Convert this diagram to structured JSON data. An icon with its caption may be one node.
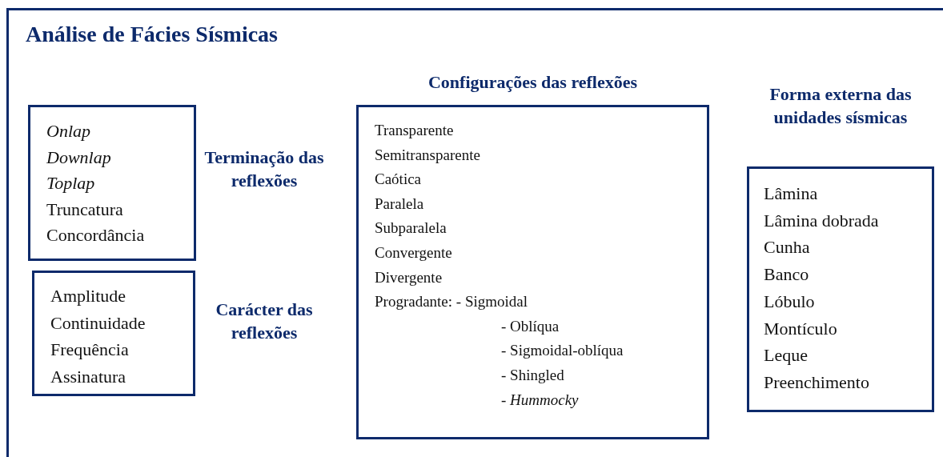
{
  "diagram": {
    "nodes": [
      {
        "text": [
          "Análise de Fácies Sísmicas"
        ]
      },
      {
        "text": [
          "*Onlap*",
          "*Downlap*",
          "*Toplap*",
          "Truncatura",
          "Concordância"
        ],
        "in": 0,
        "beside": [
          "Terminação das reflexões"
        ]
      },
      {
        "text": [
          "Amplitude",
          "Continuidade",
          "Frequência",
          "Assinatura"
        ],
        "in": 0,
        "beside": [
          "Carácter das reflexões"
        ]
      },
      {
        "text": [
          "Transparente",
          "Semitransparente",
          "Caótica",
          "Paralela",
          "Subparalela",
          "Convergente",
          "Divergente",
          "Progradante: - Sigmoidal",
          "- Oblíqua",
          "- Sigmoidal-oblíqua",
          "- Shingled",
          "- *Hummocky*"
        ],
        "in": 0,
        "beside": [
          "Configurações das reflexões"
        ]
      },
      {
        "text": [
          "Lâmina",
          "Lâmina dobrada",
          "Cunha",
          "Banco",
          "Lóbulo",
          "Montículo",
          "Leque",
          "Preenchimento"
        ],
        "in": 0,
        "beside": [
          "Forma externa das unidades sísmicas"
        ]
      }
    ]
  }
}
